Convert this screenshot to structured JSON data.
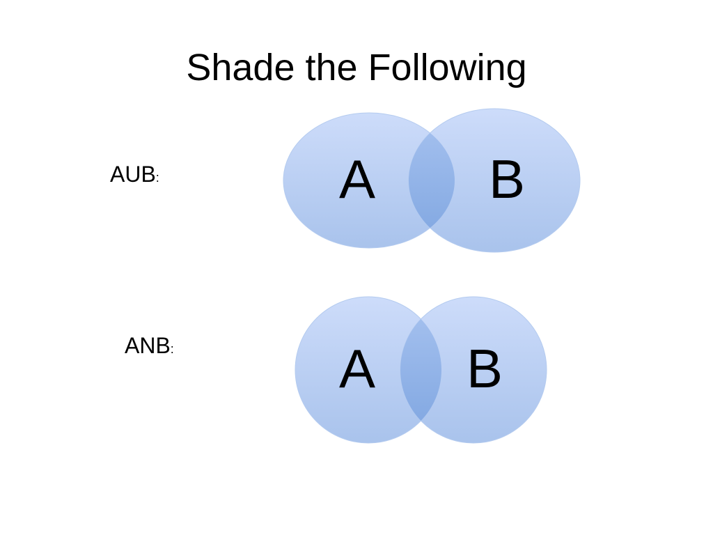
{
  "slide": {
    "title": "Shade the Following"
  },
  "rows": [
    {
      "label": "AUB",
      "label_suffix": ":",
      "left_set": "A",
      "right_set": "B"
    },
    {
      "label": "ANB",
      "label_suffix": ":",
      "left_set": "A",
      "right_set": "B"
    }
  ],
  "colors": {
    "circle_top": "#cddcfa",
    "circle_bottom": "#a9c3ec",
    "overlap": "#8cb0e6",
    "outline": "#9ab8e8"
  }
}
